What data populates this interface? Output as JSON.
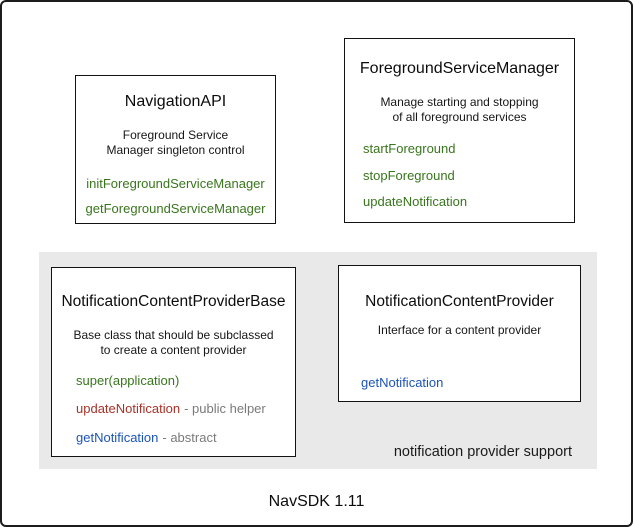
{
  "diagram": {
    "caption": "NavSDK 1.11",
    "group_label": "notification provider support",
    "colors": {
      "method_green": "#38761d",
      "method_red": "#a93126",
      "method_blue": "#1b54b8",
      "suffix_gray": "#7a7a7a",
      "panel_gray": "#e9e9e9",
      "box_border": "#121212",
      "frame_border": "#1c1c1c"
    },
    "boxes": {
      "navigation_api": {
        "title": "NavigationAPI",
        "description": [
          "Foreground Service",
          "Manager singleton control"
        ],
        "methods": [
          {
            "name": "initForegroundServiceManager"
          },
          {
            "name": "getForegroundServiceManager"
          }
        ]
      },
      "foreground_service_manager": {
        "title": "ForegroundServiceManager",
        "description": [
          "Manage starting and stopping",
          "of all foreground services"
        ],
        "methods": [
          {
            "name": "startForeground"
          },
          {
            "name": "stopForeground"
          },
          {
            "name": "updateNotification"
          }
        ]
      },
      "notification_content_provider_base": {
        "title": "NotificationContentProviderBase",
        "description": [
          "Base class that should be subclassed",
          "to create a content provider"
        ],
        "methods": [
          {
            "name": "super(application)",
            "suffix": ""
          },
          {
            "name": "updateNotification",
            "suffix": "- public helper"
          },
          {
            "name": "getNotification",
            "suffix": "- abstract"
          }
        ]
      },
      "notification_content_provider": {
        "title": "NotificationContentProvider",
        "description": [
          "Interface for a content provider"
        ],
        "methods": [
          {
            "name": "getNotification"
          }
        ]
      }
    }
  }
}
